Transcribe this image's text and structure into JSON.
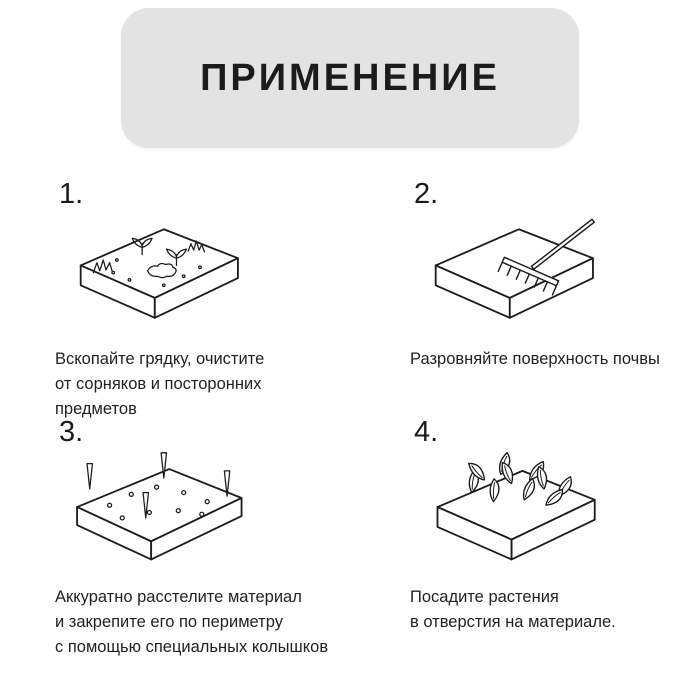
{
  "header": {
    "title": "ПРИМЕНЕНИЕ"
  },
  "colors": {
    "background": "#ffffff",
    "header_bg": "#e3e3e3",
    "text": "#1b1b1b",
    "line_art": "#1b1b1b"
  },
  "steps": [
    {
      "number": "1.",
      "illustration": "garden-bed-with-weeds",
      "caption": "Вскопайте грядку, очистите\nот сорняков и посторонних\nпредметов"
    },
    {
      "number": "2.",
      "illustration": "garden-bed-with-rake",
      "caption": "Разровняйте поверхность почвы"
    },
    {
      "number": "3.",
      "illustration": "garden-bed-with-material-and-pegs",
      "caption": "Аккуратно расстелите материал\nи закрепите его по периметру\nс помощью специальных колышков"
    },
    {
      "number": "4.",
      "illustration": "garden-bed-with-plants-in-holes",
      "caption": "Посадите растения\nв отверстия на материале."
    }
  ]
}
